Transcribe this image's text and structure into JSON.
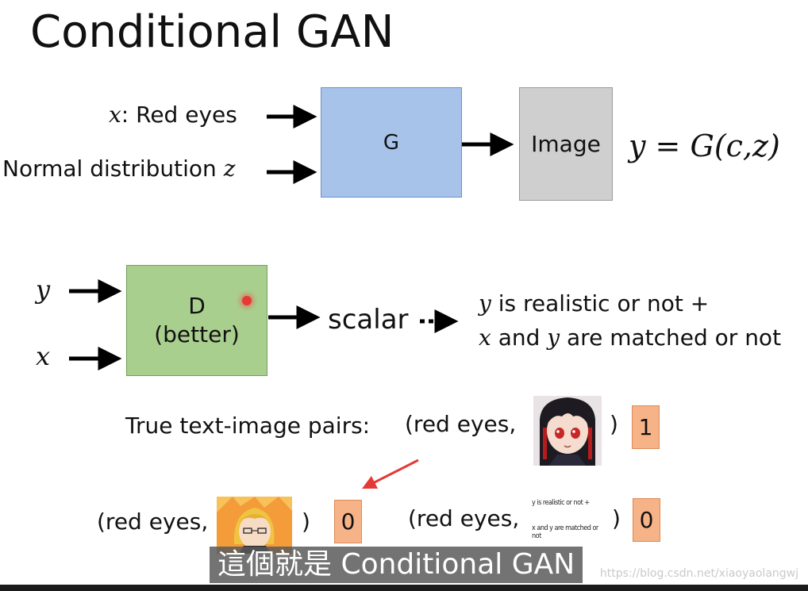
{
  "title": "Conditional GAN",
  "generator": {
    "input_x_var": "x",
    "input_x_label": ": Red eyes",
    "input_z_label": "Normal distribution ",
    "input_z_var": "z",
    "box_label": "G",
    "output_label": "Image",
    "formula": "y = G(c,z)"
  },
  "discriminator": {
    "input_y": "y",
    "input_x": "x",
    "box_line1": "D",
    "box_line2": "(better)",
    "output_label": "scalar",
    "desc_line1_var": "y",
    "desc_line1_text": " is realistic or not +",
    "desc_line2_var1": "x",
    "desc_line2_mid": " and ",
    "desc_line2_var2": "y",
    "desc_line2_text": " are matched or not"
  },
  "examples": {
    "true_label": "True text-image pairs:",
    "pair_open": "(red eyes,",
    "pair_close": ")",
    "true_score": "1",
    "false1_score": "0",
    "false2_score": "0",
    "mini_text_line1": "y is realistic or not +",
    "mini_text_line2": "x and y are matched or not"
  },
  "subtitle": "這個就是 Conditional GAN",
  "watermark": "https://blog.csdn.net/xiaoyaolangwj",
  "colors": {
    "g_box": "#a7c3e9",
    "image_box": "#cfcfcf",
    "d_box": "#a9cf8e",
    "score_box": "#f6b388",
    "annotation_arrow": "#e53935"
  }
}
